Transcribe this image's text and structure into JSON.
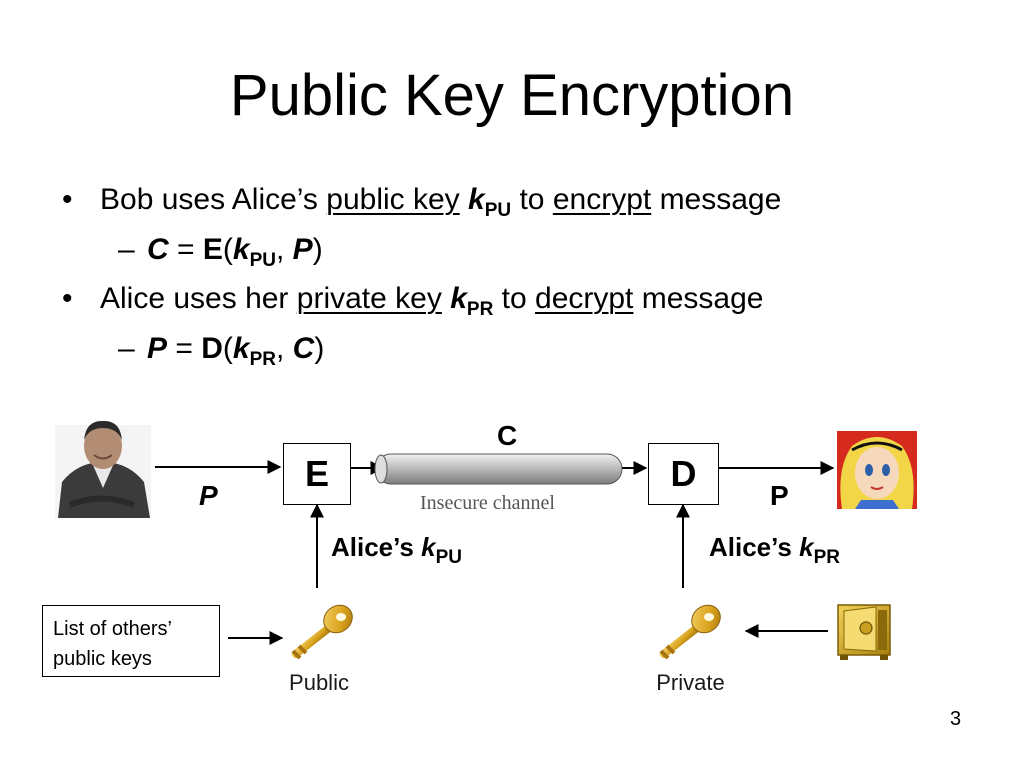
{
  "slide": {
    "title": "Public Key Encryption",
    "page_number": "3"
  },
  "bullets": [
    {
      "marker": "•",
      "text_before": "Bob uses Alice’s",
      "term": "public key",
      "key_var": "k",
      "key_sub": "PU",
      "text_mid": "to",
      "verb": "encrypt",
      "text_after": "message",
      "formula": {
        "marker": "–",
        "lhs": "C",
        "eq": "=",
        "func": "E",
        "key_var": "k",
        "key_sub": "PU",
        "arg": "P"
      }
    },
    {
      "marker": "•",
      "text_before": "Alice uses her",
      "term": "private key",
      "key_var": "k",
      "key_sub": "PR",
      "text_mid": "to",
      "verb": "decrypt",
      "text_after": "message",
      "formula": {
        "marker": "–",
        "lhs": "P",
        "eq": "=",
        "func": "D",
        "key_var": "k",
        "key_sub": "PR",
        "arg": "C"
      }
    }
  ],
  "diagram": {
    "encrypt_box": "E",
    "decrypt_box": "D",
    "channel_label": "C",
    "channel_caption": "Insecure channel",
    "plaintext_in": "P",
    "plaintext_out": "P",
    "enc_key_label": {
      "prefix": "Alice’s",
      "var": "k",
      "sub": "PU"
    },
    "dec_key_label": {
      "prefix": "Alice’s",
      "var": "k",
      "sub": "PR"
    },
    "public_key_caption": "Public",
    "private_key_caption": "Private",
    "list_box": {
      "line1": "List of others’",
      "line2": "public keys"
    }
  },
  "colors": {
    "channel_tube": "#b9b9b9",
    "key_gold": "#d9a21c",
    "safe_gold": "#d4a514"
  }
}
